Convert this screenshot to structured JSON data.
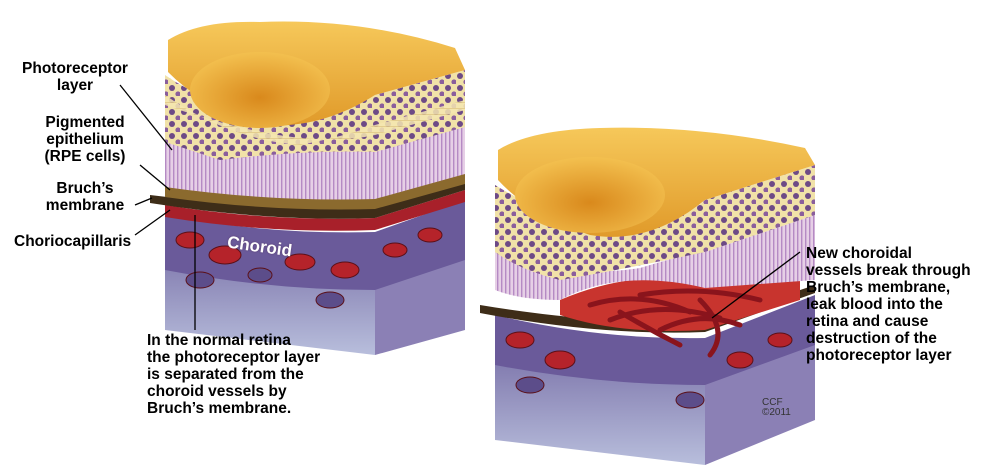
{
  "labels": {
    "photoreceptor": [
      "Photoreceptor",
      "layer"
    ],
    "pigmented": [
      "Pigmented",
      "epithelium",
      "(RPE cells)"
    ],
    "bruch": [
      "Bruch’s",
      "membrane"
    ],
    "choriocapillaris": "Choriocapillaris",
    "choroid": "Choroid",
    "normal_caption": [
      "In the normal retina",
      "the photoreceptor layer",
      "is separated from the",
      "choroid vessels by",
      "Bruch’s membrane."
    ],
    "new_vessels_caption": [
      "New choroidal",
      "vessels break through",
      "Bruch’s membrane,",
      "leak blood into the",
      "retina and cause",
      "destruction of the",
      "photoreceptor layer"
    ]
  },
  "watermark": {
    "mark": "CCF",
    "year": "©2011"
  },
  "colors": {
    "gold": "#f0b53a",
    "cream": "#f4e6a6",
    "rod_lavender": "#c8a0d0",
    "rpe_brown": "#7a5a2a",
    "vessel_red": "#b5232a",
    "choroid_purple": "#6a5a9a",
    "base_blue": "#a0a8d0"
  }
}
